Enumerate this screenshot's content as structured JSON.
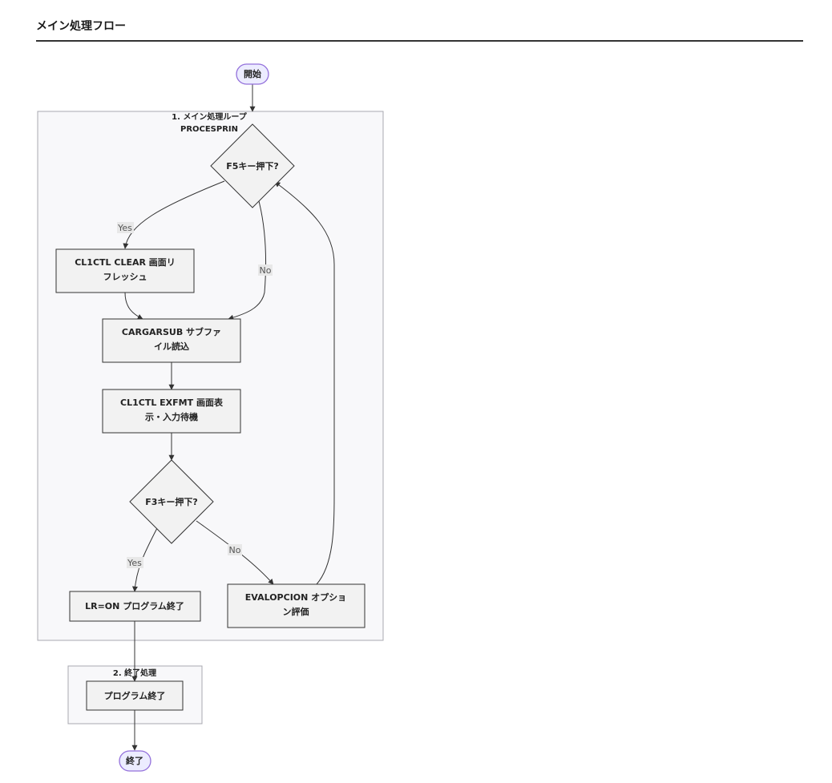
{
  "page": {
    "title": "メイン処理フロー"
  },
  "diagram": {
    "start": "開始",
    "end": "終了",
    "clusters": {
      "main_loop": [
        "1. メイン処理ループ",
        "PROCESPRIN"
      ],
      "end_proc": [
        "2. 終了処理"
      ]
    },
    "nodes": {
      "f5": [
        "F5キー押下?"
      ],
      "clear": [
        "CL1CTL CLEAR 画面リ",
        "フレッシュ"
      ],
      "cargarsub": [
        "CARGARSUB サブファ",
        "イル読込"
      ],
      "exfmt": [
        "CL1CTL EXFMT 画面表",
        "示・入力待機"
      ],
      "f3": [
        "F3キー押下?"
      ],
      "lron": [
        "LR=ON プログラム終了"
      ],
      "evalop": [
        "EVALOPCION オプショ",
        "ン評価"
      ],
      "prog_end": [
        "プログラム終了"
      ]
    },
    "edge_labels": {
      "f5_yes": "Yes",
      "f5_no": "No",
      "f3_yes": "Yes",
      "f3_no": "No"
    }
  }
}
